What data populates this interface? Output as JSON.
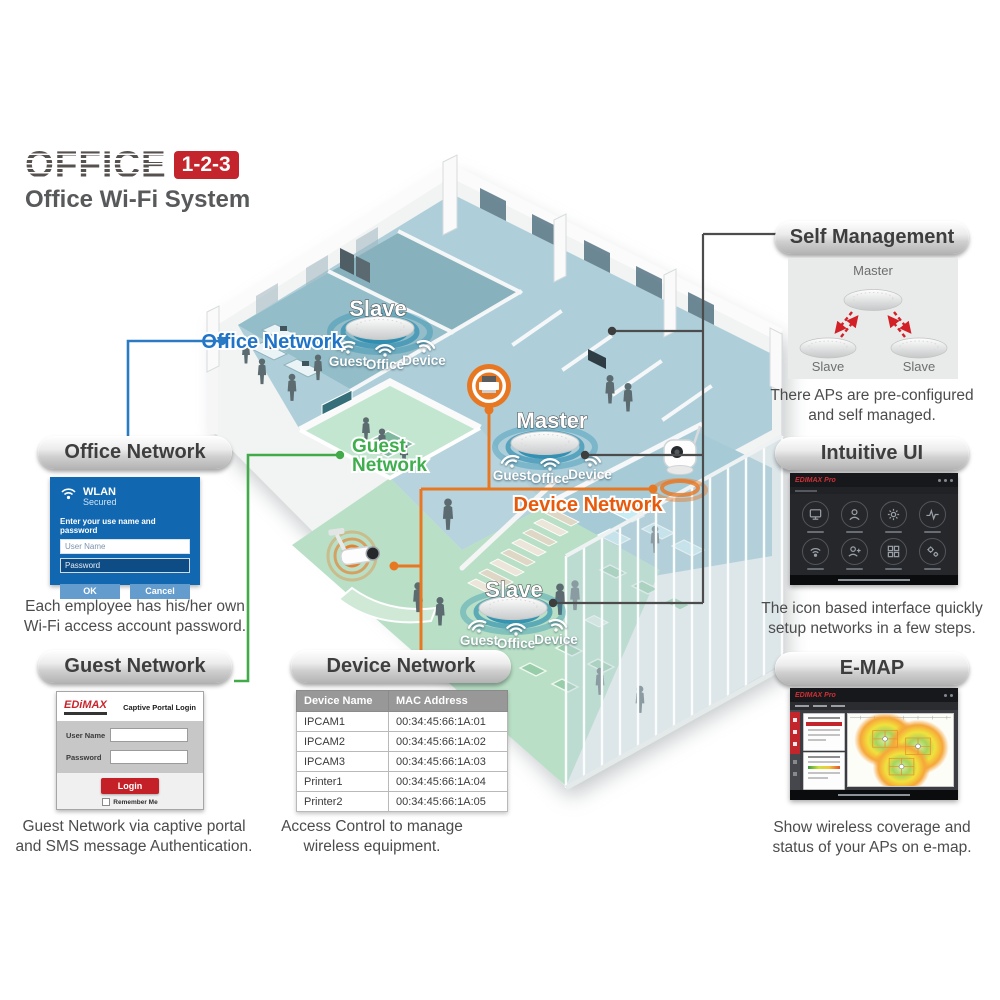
{
  "logo": {
    "brand": "OFFICE",
    "badge": "1-2-3",
    "subtitle": "Office Wi-Fi System"
  },
  "floorplan": {
    "office_network_label": "Office Network",
    "guest_network_label_line1": "Guest",
    "guest_network_label_line2": "Network",
    "device_network_label": "Device Network",
    "aps": [
      {
        "name": "Slave",
        "networks": [
          "Guest",
          "Office",
          "Device"
        ]
      },
      {
        "name": "Master",
        "networks": [
          "Guest",
          "Office",
          "Device"
        ]
      },
      {
        "name": "Slave",
        "networks": [
          "Guest",
          "Office",
          "Device"
        ]
      }
    ]
  },
  "panels": {
    "office": {
      "title": "Office Network",
      "caption_line1": "Each employee has his/her own",
      "caption_line2": "Wi-Fi access account password.",
      "dialog": {
        "ssid": "WLAN",
        "secured": "Secured",
        "prompt": "Enter your use name and password",
        "username_placeholder": "User Name",
        "password_placeholder": "Password",
        "ok_label": "OK",
        "cancel_label": "Cancel"
      }
    },
    "guest": {
      "title": "Guest Network",
      "caption_line1": "Guest Network via captive portal",
      "caption_line2": "and SMS message Authentication.",
      "portal": {
        "brand": "EDiMAX",
        "heading": "Captive Portal Login",
        "username_label": "User Name",
        "password_label": "Password",
        "login_label": "Login",
        "remember_label": "Remember Me"
      }
    },
    "device": {
      "title": "Device Network",
      "caption_line1": "Access Control to manage",
      "caption_line2": "wireless equipment.",
      "table": {
        "headers": [
          "Device Name",
          "MAC Address"
        ],
        "rows": [
          [
            "IPCAM1",
            "00:34:45:66:1A:01"
          ],
          [
            "IPCAM2",
            "00:34:45:66:1A:02"
          ],
          [
            "IPCAM3",
            "00:34:45:66:1A:03"
          ],
          [
            "Printer1",
            "00:34:45:66:1A:04"
          ],
          [
            "Printer2",
            "00:34:45:66:1A:05"
          ]
        ]
      }
    },
    "self_management": {
      "title": "Self Management",
      "caption_line1": "There APs are pre-configured",
      "caption_line2": "and self managed.",
      "master_label": "Master",
      "slave_left_label": "Slave",
      "slave_right_label": "Slave"
    },
    "intuitive_ui": {
      "title": "Intuitive UI",
      "caption_line1": "The icon based interface quickly",
      "caption_line2": "setup networks in a few steps.",
      "brand": "EDIMAX Pro"
    },
    "emap": {
      "title": "E-MAP",
      "caption_line1": "Show wireless coverage and",
      "caption_line2": "status of your APs on e-map.",
      "brand": "EDIMAX Pro"
    }
  },
  "colors": {
    "accent_orange": "#e87722",
    "accent_blue": "#2b7bc4",
    "accent_green": "#42ab49",
    "accent_red": "#c4242b",
    "connector_gray": "#4c4c4c"
  }
}
